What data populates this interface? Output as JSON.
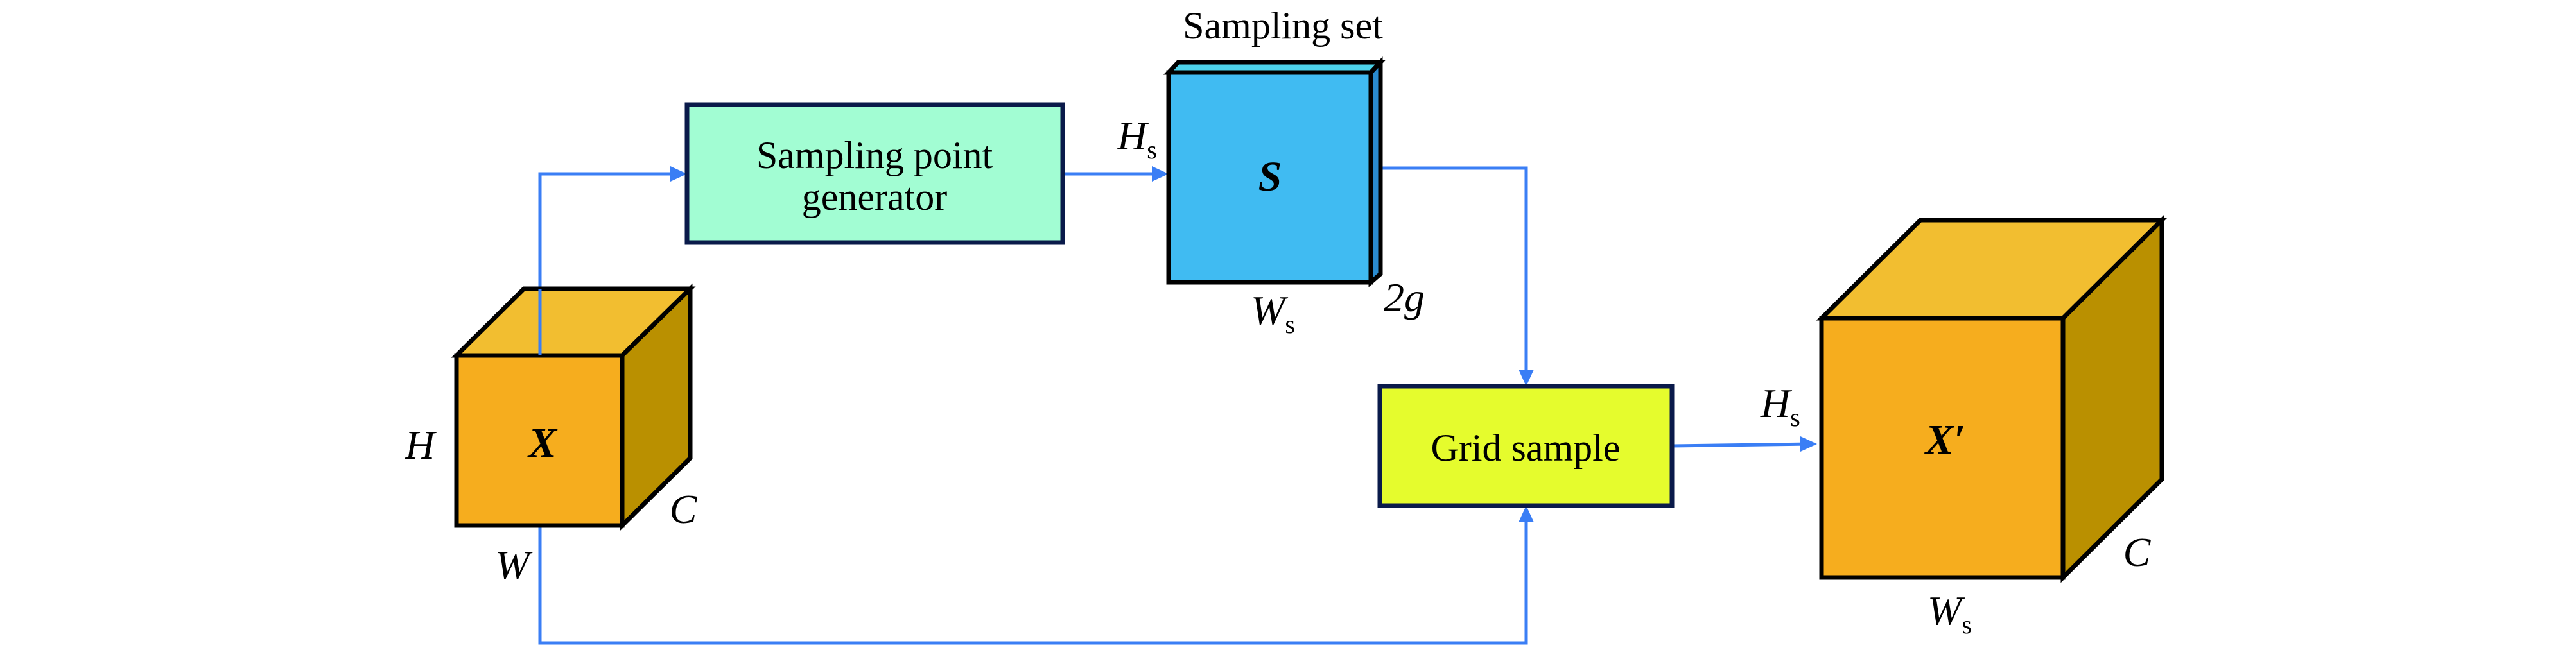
{
  "diagram": {
    "title": "Sampling point generation and grid sampling pipeline",
    "colors": {
      "connector": "#3A7EF5",
      "cube_front": "#F6AD1E",
      "cube_top": "#F2BE30",
      "cube_side": "#BA9000",
      "sampling_set_front": "#40BBF2",
      "sampling_set_top": "#4DD2EA",
      "sampling_set_side": "#2A8BD0",
      "generator_box": "#A2FDD3",
      "grid_sample_box": "#E5FC2D",
      "box_border": "#0A1A4A"
    },
    "input_tensor": {
      "symbol": "X",
      "height_label": "H",
      "width_label": "W",
      "channel_label": "C"
    },
    "generator": {
      "line1": "Sampling point",
      "line2": "generator"
    },
    "sampling_set": {
      "caption": "Sampling set",
      "symbol": "S",
      "height_label": "H",
      "height_sub": "s",
      "width_label": "W",
      "width_sub": "s",
      "depth_label": "2g"
    },
    "grid_sample": {
      "label": "Grid sample"
    },
    "output_tensor": {
      "symbol": "X′",
      "height_label": "H",
      "height_sub": "s",
      "width_label": "W",
      "width_sub": "s",
      "channel_label": "C"
    },
    "connections": [
      {
        "from": "input_tensor",
        "to": "generator"
      },
      {
        "from": "generator",
        "to": "sampling_set"
      },
      {
        "from": "sampling_set",
        "to": "grid_sample"
      },
      {
        "from": "input_tensor",
        "to": "grid_sample"
      },
      {
        "from": "grid_sample",
        "to": "output_tensor"
      }
    ]
  }
}
